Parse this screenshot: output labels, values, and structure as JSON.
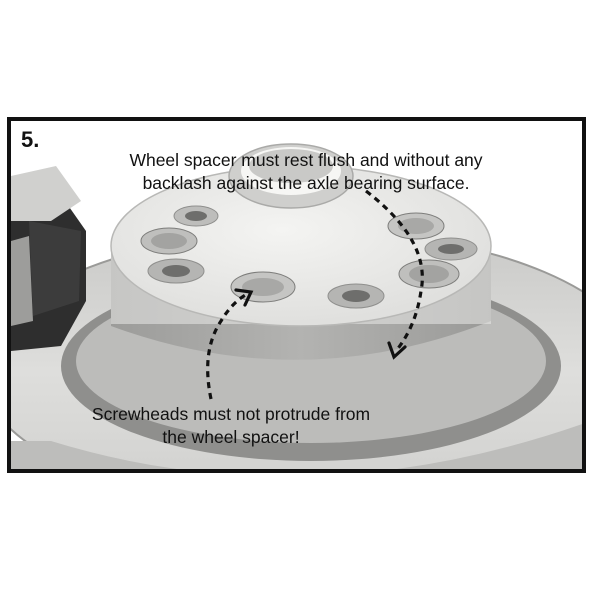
{
  "step": {
    "number": "5."
  },
  "captions": {
    "top": {
      "line1": "Wheel spacer must rest flush and without any",
      "line2": "backlash against the axle bearing surface."
    },
    "bottom": {
      "line1": "Screwheads must not protrude from",
      "line2": "the wheel spacer!"
    }
  },
  "colors": {
    "frame": "#111111",
    "disc": "#d8d8d6",
    "spacer_top": "#ececea",
    "spacer_side": "#a9a9a7",
    "arrow": "#111111"
  }
}
